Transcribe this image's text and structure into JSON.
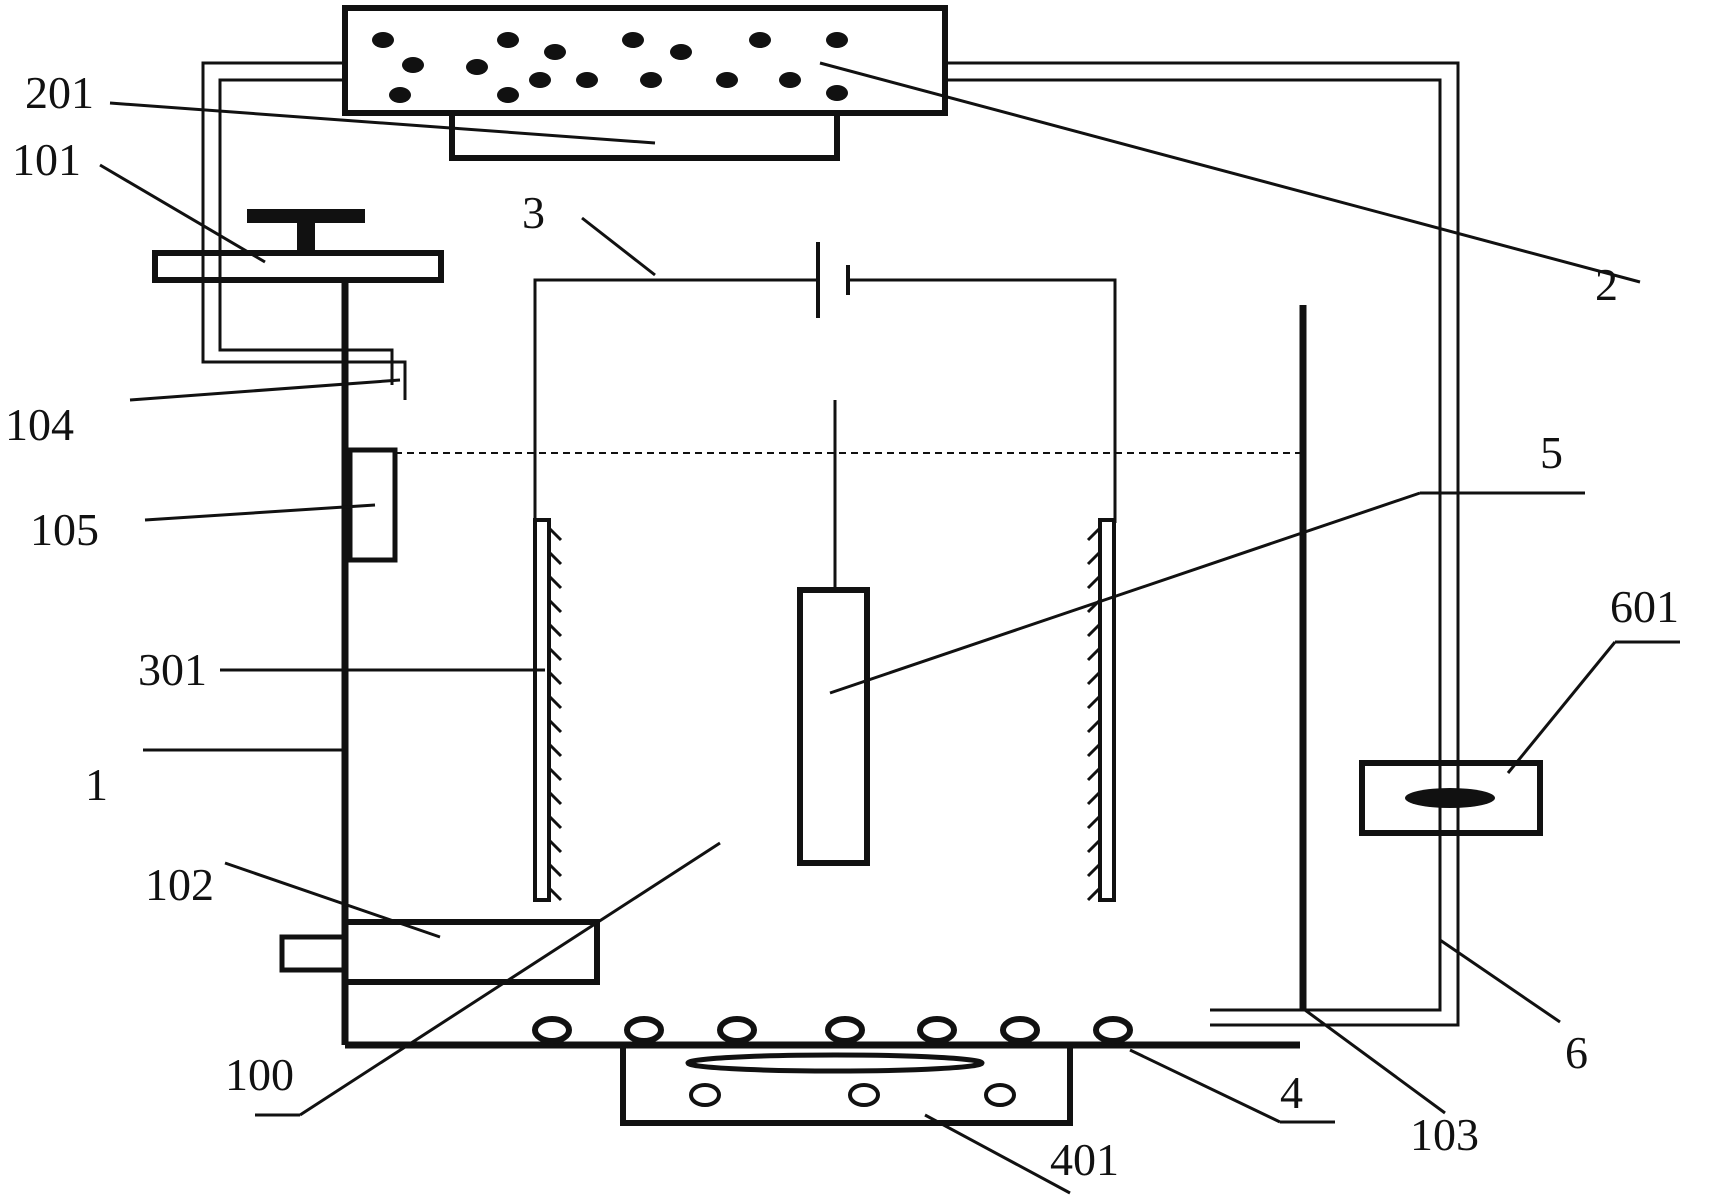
{
  "diagram": {
    "labels": {
      "n1": "1",
      "n2": "2",
      "n3": "3",
      "n4": "4",
      "n5": "5",
      "n6": "6",
      "n100": "100",
      "n101": "101",
      "n102": "102",
      "n103": "103",
      "n104": "104",
      "n105": "105",
      "n201": "201",
      "n301": "301",
      "n401": "401",
      "n601": "601"
    }
  }
}
